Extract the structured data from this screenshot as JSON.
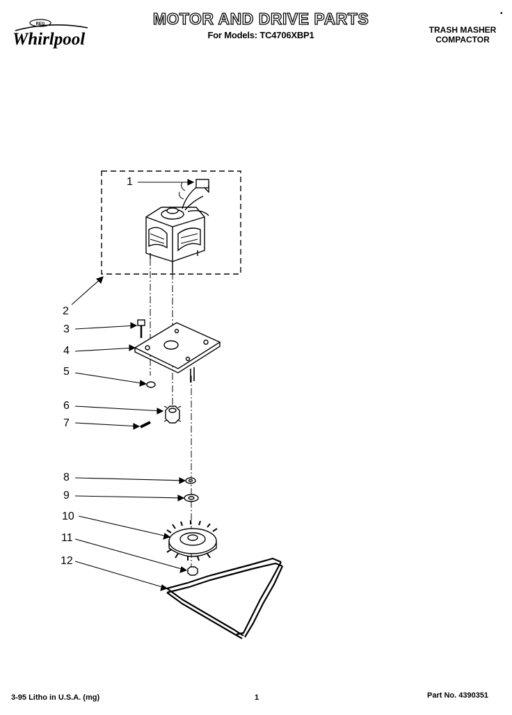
{
  "header": {
    "brand": "Whirlpool",
    "brand_badge": "REG",
    "title": "MOTOR AND DRIVE PARTS",
    "subtitle": "For Models: TC4706XBP1",
    "product_line1": "TRASH MASHER",
    "product_line2": "COMPACTOR"
  },
  "callouts": [
    "1",
    "2",
    "3",
    "4",
    "5",
    "6",
    "7",
    "8",
    "9",
    "10",
    "11",
    "12"
  ],
  "footer": {
    "print_info": "3-95 Litho in U.S.A. (mg)",
    "page": "1",
    "part_number": "Part No. 4390351"
  }
}
